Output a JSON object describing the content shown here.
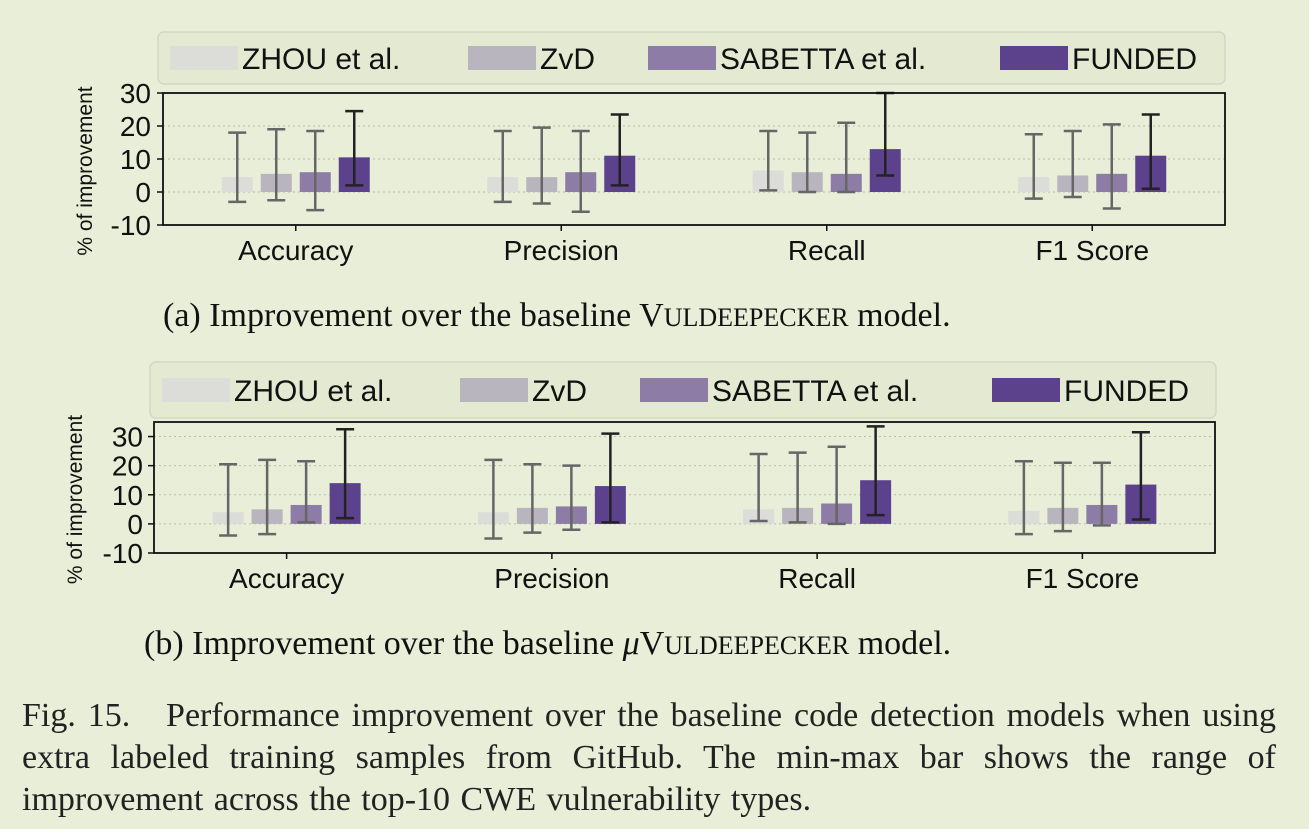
{
  "figure_caption": {
    "label": "Fig. 15.",
    "text": "Performance improvement over the baseline code detection models when using extra labeled training samples from GitHub. The min-max bar shows the range of improvement across the top-10 CWE vulnerability types."
  },
  "colors": {
    "ZHOU et al.": "#dcdcd8",
    "ZvD": "#b8b5bf",
    "SABETTA et al.": "#8c7ca6",
    "FUNDED": "#5c428c",
    "errorbar_light": "#666666",
    "errorbar_dark": "#222222"
  },
  "chart_data": [
    {
      "type": "bar",
      "caption_prefix": "(a) Improvement over the baseline ",
      "caption_model": "VULDEEPECKER",
      "caption_suffix": " model.",
      "ylabel": "% of improvement",
      "ylim": [
        -10,
        30
      ],
      "yticks": [
        30,
        20,
        10,
        0,
        -10
      ],
      "grid": "horizontal dotted",
      "legend": "top, horizontal, framed",
      "categories": [
        "Accuracy",
        "Precision",
        "Recall",
        "F1 Score"
      ],
      "series": [
        {
          "name": "ZHOU et al.",
          "values": [
            4.5,
            4.5,
            6.5,
            4.5
          ],
          "min": [
            -3,
            -3,
            0.5,
            -2
          ],
          "max": [
            18,
            18.5,
            18.5,
            17.5
          ]
        },
        {
          "name": "ZvD",
          "values": [
            5.5,
            4.5,
            6,
            5
          ],
          "min": [
            -2.5,
            -3.5,
            0,
            -1.5
          ],
          "max": [
            19,
            19.5,
            18,
            18.5
          ]
        },
        {
          "name": "SABETTA et al.",
          "values": [
            6,
            6,
            5.5,
            5.5
          ],
          "min": [
            -5.5,
            -6,
            0,
            -5
          ],
          "max": [
            18.5,
            18.5,
            21,
            20.5
          ]
        },
        {
          "name": "FUNDED",
          "values": [
            10.5,
            11,
            13,
            11
          ],
          "min": [
            2,
            2,
            5,
            1
          ],
          "max": [
            24.5,
            23.5,
            30,
            23.5
          ]
        }
      ]
    },
    {
      "type": "bar",
      "caption_prefix": "(b) Improvement over the baseline ",
      "caption_model": "μVULDEEPECKER",
      "caption_suffix": " model.",
      "ylabel": "% of improvement",
      "ylim": [
        -10,
        35
      ],
      "yticks": [
        30,
        20,
        10,
        0,
        -10
      ],
      "grid": "horizontal dotted",
      "legend": "top, horizontal, framed",
      "categories": [
        "Accuracy",
        "Precision",
        "Recall",
        "F1 Score"
      ],
      "series": [
        {
          "name": "ZHOU et al.",
          "values": [
            4,
            4,
            5,
            4.5
          ],
          "min": [
            -4,
            -5,
            1,
            -3.5
          ],
          "max": [
            20.5,
            22,
            24,
            21.5
          ]
        },
        {
          "name": "ZvD",
          "values": [
            5,
            5.5,
            5.5,
            5.5
          ],
          "min": [
            -3.5,
            -3,
            0.5,
            -2.5
          ],
          "max": [
            22,
            20.5,
            24.5,
            21
          ]
        },
        {
          "name": "SABETTA et al.",
          "values": [
            6.5,
            6,
            7,
            6.5
          ],
          "min": [
            0.5,
            -2,
            0,
            -0.5
          ],
          "max": [
            21.5,
            20,
            26.5,
            21
          ]
        },
        {
          "name": "FUNDED",
          "values": [
            14,
            13,
            15,
            13.5
          ],
          "min": [
            2,
            0.5,
            3,
            1.5
          ],
          "max": [
            32.5,
            31,
            33.5,
            31.5
          ]
        }
      ]
    }
  ]
}
